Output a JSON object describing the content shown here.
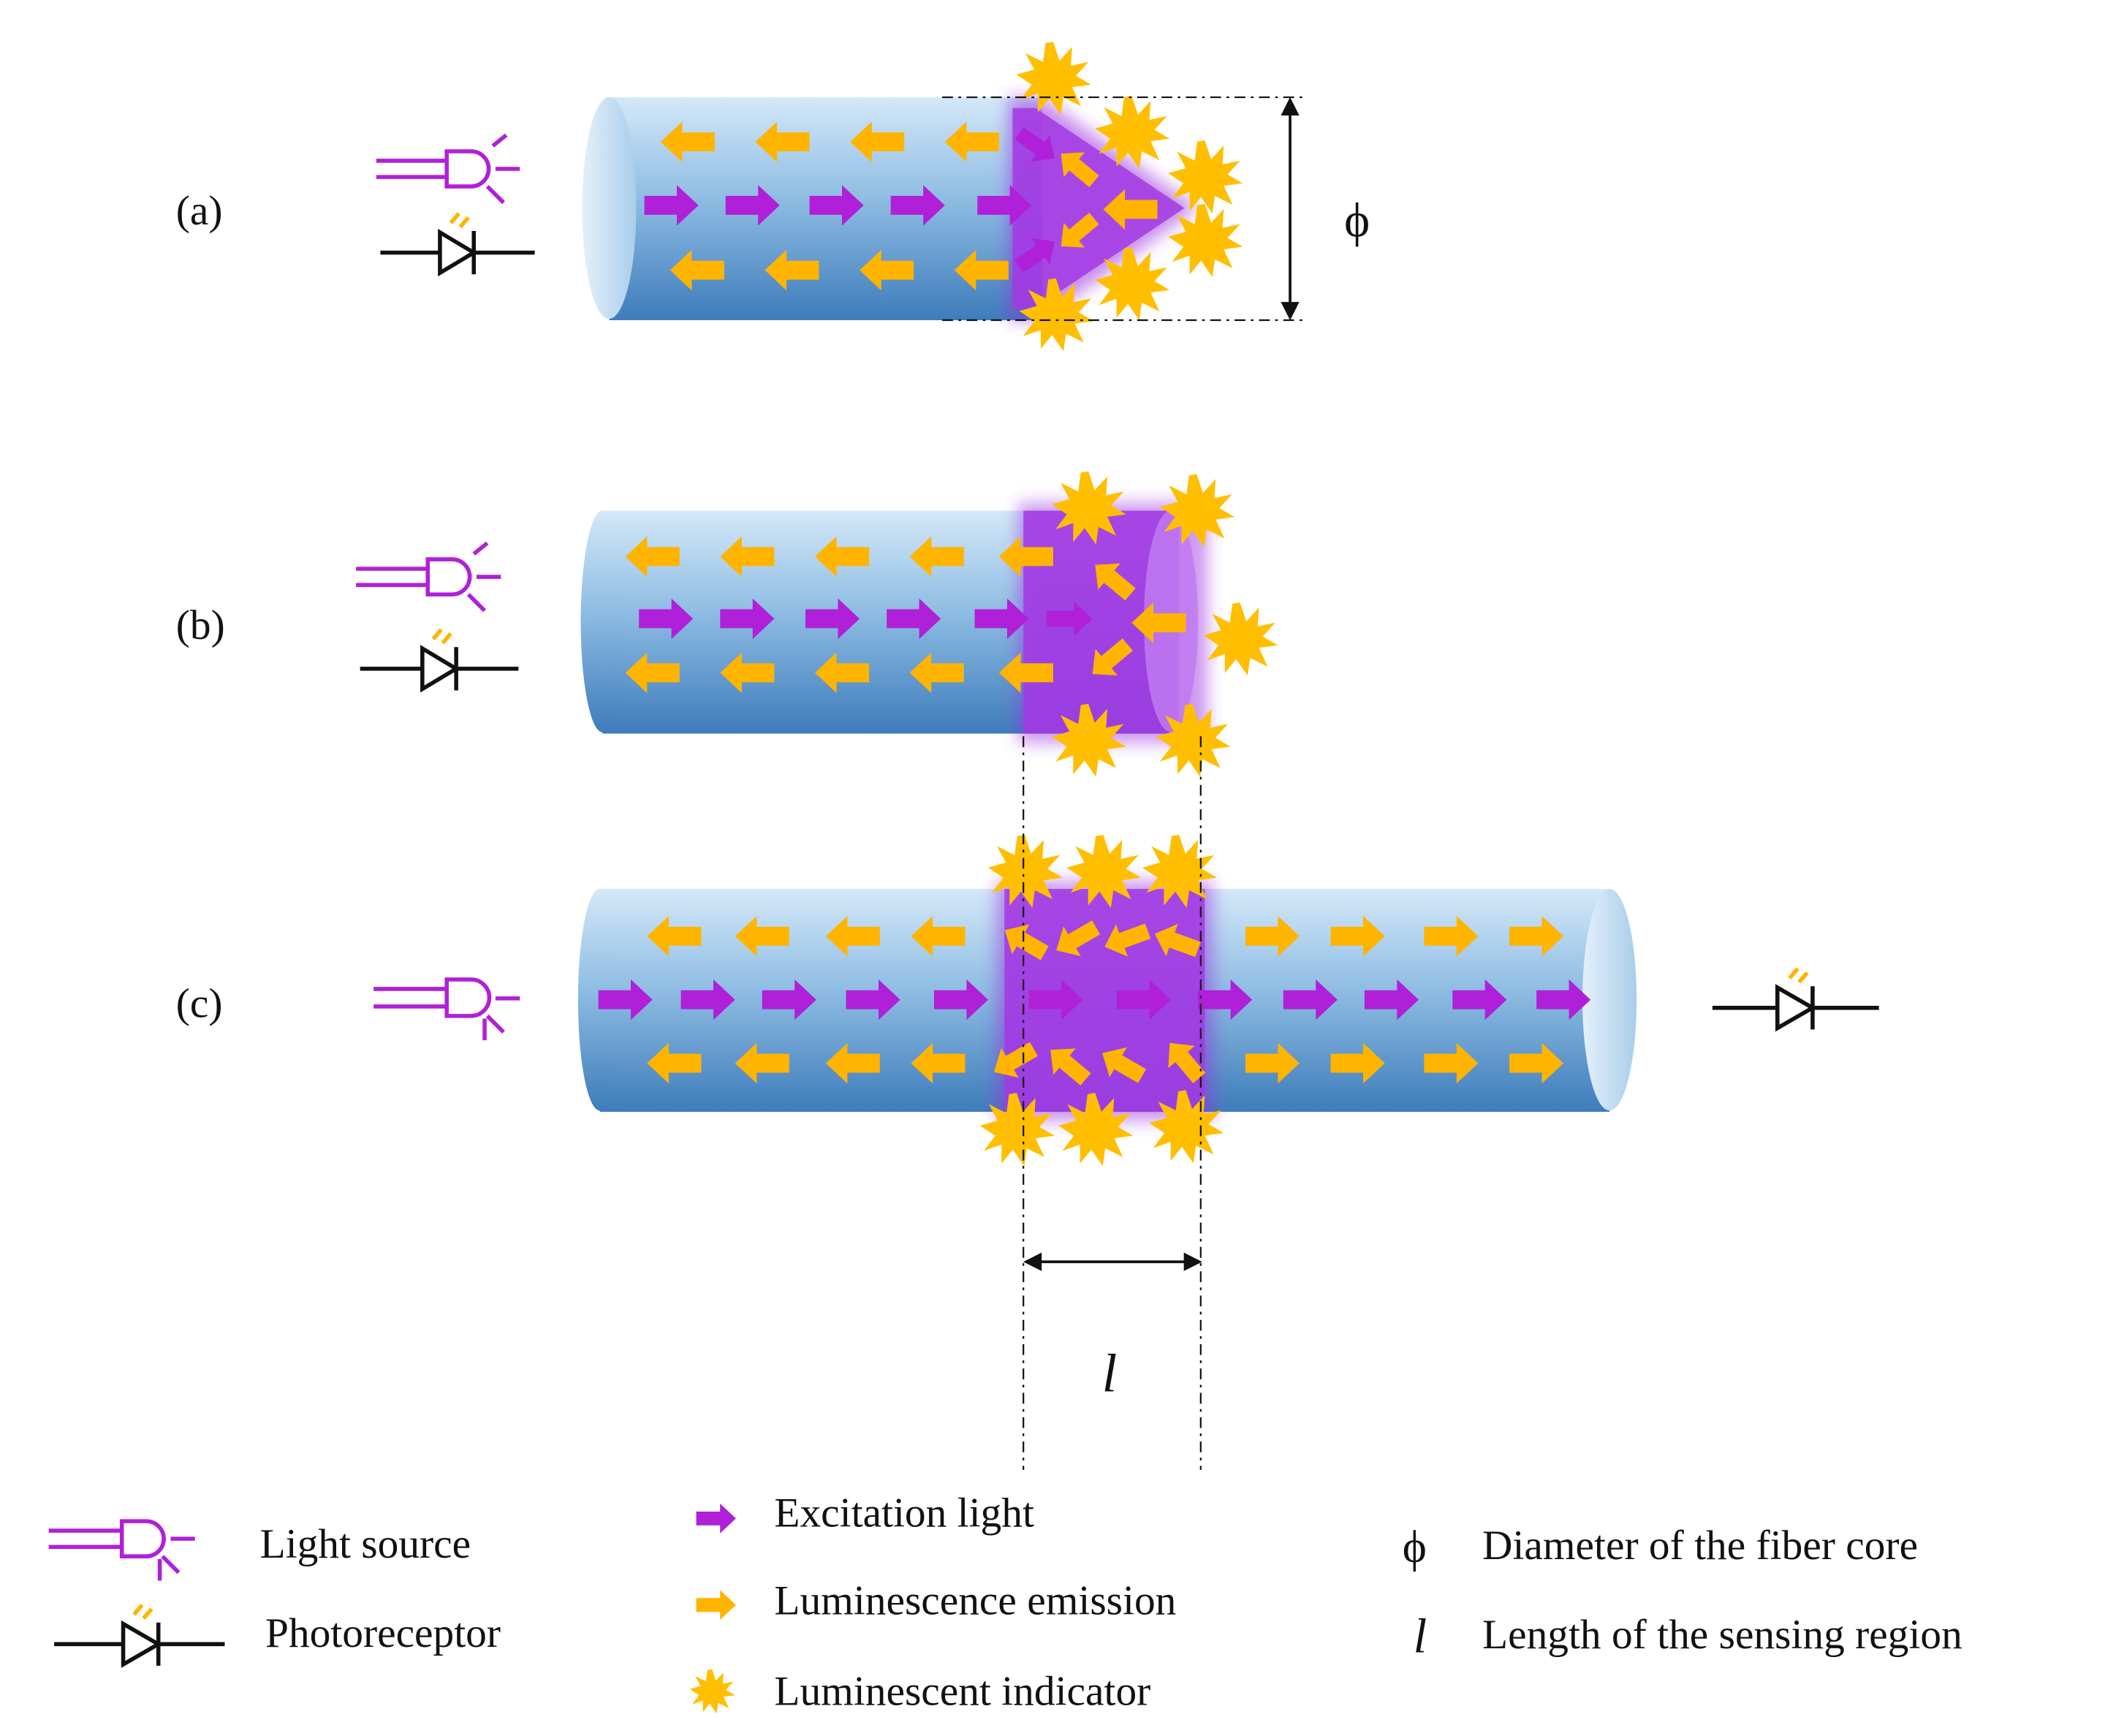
{
  "panels": [
    {
      "label": "(a)"
    },
    {
      "label": "(b)"
    },
    {
      "label": "(c)"
    }
  ],
  "dimensions": {
    "diameter_symbol": "ϕ",
    "length_symbol": "l"
  },
  "legend": {
    "light_source": "Light source",
    "photoreceptor": "Photoreceptor",
    "excitation": "Excitation light",
    "emission": "Luminescence emission",
    "indicator": "Luminescent indicator",
    "diameter_symbol": "ϕ",
    "diameter": "Diameter of the fiber core",
    "length_symbol": "l",
    "length": "Length of the sensing region"
  },
  "colors": {
    "excitation": "#b020d8",
    "emission": "#ffb400",
    "fiber_top": "#cfe4f7",
    "fiber_bottom": "#3f7fbd",
    "sensing_glow": "#9b2fe0",
    "line": "#111111"
  }
}
